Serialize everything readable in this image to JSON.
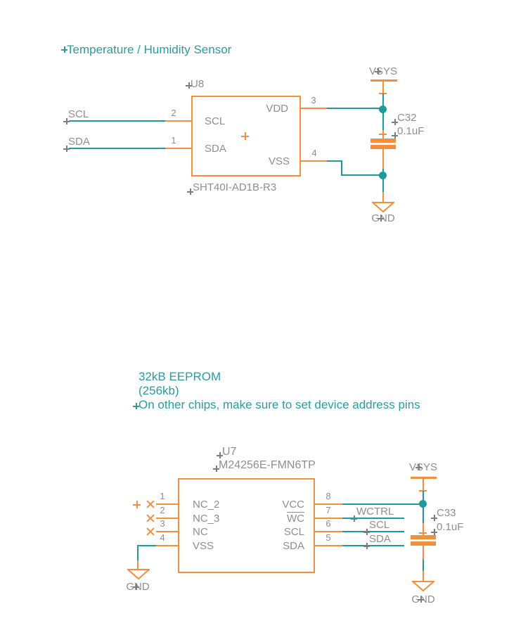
{
  "colors": {
    "wire_teal": "#1f9a9a",
    "symbol_orange": "#f0903c",
    "label_gray": "#8e8e8e",
    "note_teal": "#2b9b9d",
    "background": "#ffffff"
  },
  "icons": {
    "no_connect": "orange-x-mark",
    "junction": "filled-teal-dot",
    "anchor": "small-cross",
    "gnd": "open-triangle-down",
    "power_rail": "horizontal-bar"
  },
  "sensor": {
    "title": "Temperature / Humidity Sensor",
    "u8": {
      "ref": "U8",
      "value": "SHT40I-AD1B-R3",
      "pins": {
        "p1": {
          "num": "1",
          "name": "SDA"
        },
        "p2": {
          "num": "2",
          "name": "SCL"
        },
        "p3": {
          "num": "3",
          "name": "VDD"
        },
        "p4": {
          "num": "4",
          "name": "VSS"
        }
      }
    },
    "nets": {
      "scl": "SCL",
      "sda": "SDA"
    },
    "c32": {
      "ref": "C32",
      "value": "0.1uF"
    },
    "vsys": "VSYS",
    "gnd": "GND"
  },
  "eeprom": {
    "notes": [
      "32kB EEPROM",
      "(256kb)",
      "On other chips, make sure to set device address pins"
    ],
    "u7": {
      "ref": "U7",
      "value": "M24256E-FMN6TP",
      "pins": {
        "p1": {
          "num": "1",
          "name": "NC_2"
        },
        "p2": {
          "num": "2",
          "name": "NC_3"
        },
        "p3": {
          "num": "3",
          "name": "NC"
        },
        "p4": {
          "num": "4",
          "name": "VSS"
        },
        "p5": {
          "num": "5",
          "name": "SDA"
        },
        "p6": {
          "num": "6",
          "name": "SCL"
        },
        "p7": {
          "num": "7",
          "name": "WC"
        },
        "p8": {
          "num": "8",
          "name": "VCC"
        }
      }
    },
    "nets": {
      "wctrl": "WCTRL",
      "scl": "SCL",
      "sda": "SDA"
    },
    "c33": {
      "ref": "C33",
      "value": "0.1uF"
    },
    "vsys": "VSYS",
    "gnd_left": "GND",
    "gnd_right": "GND"
  }
}
